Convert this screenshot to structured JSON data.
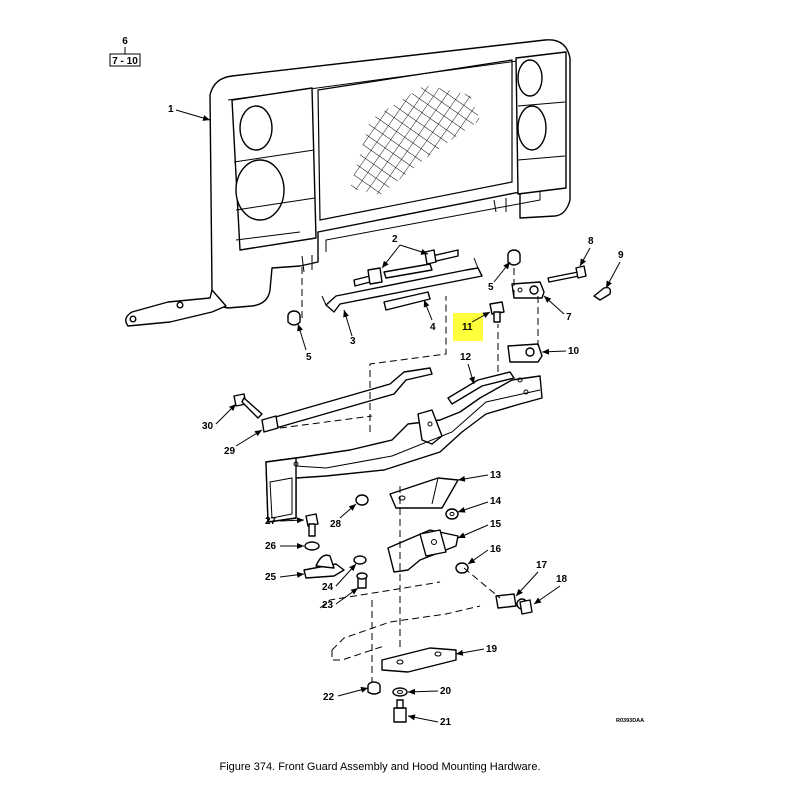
{
  "sheet_ref": {
    "top": "6",
    "bottom": "7 - 10"
  },
  "highlight_color": "#ffff3c",
  "highlighted_callout": "11",
  "callouts": [
    "1",
    "2",
    "3",
    "4",
    "5",
    "5",
    "6",
    "7",
    "8",
    "9",
    "10",
    "11",
    "12",
    "13",
    "14",
    "15",
    "16",
    "17",
    "18",
    "19",
    "20",
    "21",
    "22",
    "23",
    "24",
    "25",
    "26",
    "27",
    "28",
    "29",
    "30"
  ],
  "drawing_code": "R0393DAA",
  "caption": "Figure  374.   Front Guard Assembly and Hood Mounting Hardware."
}
